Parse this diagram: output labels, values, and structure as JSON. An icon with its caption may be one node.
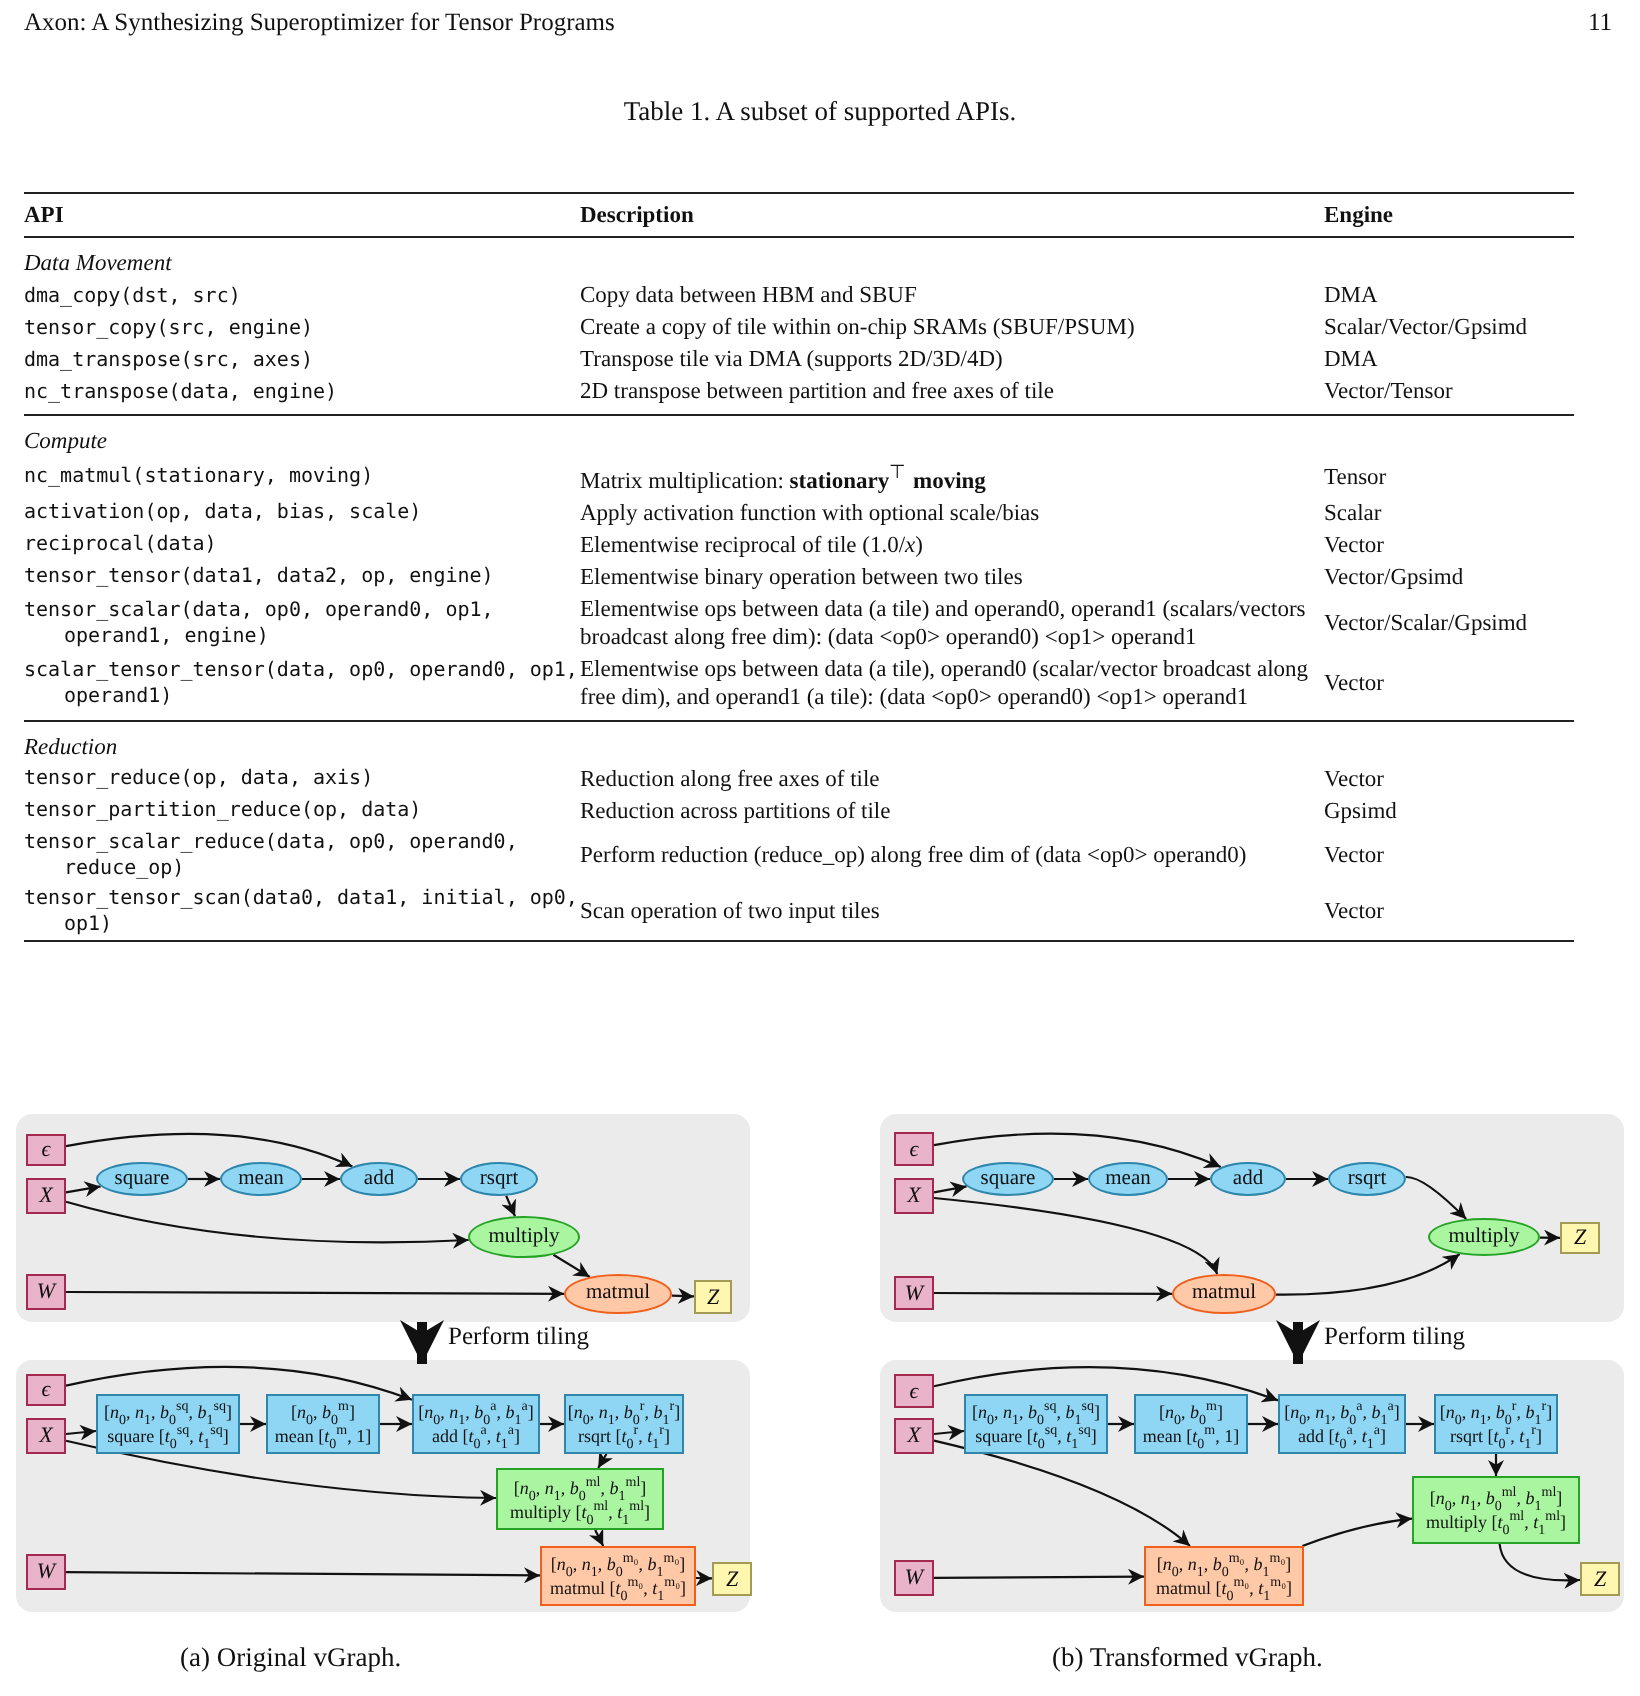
{
  "diagram": {
    "nodes": [
      {
        "text": [],
        "shape": "box"
      },
      {
        "text": [
          "ϵ"
        ],
        "in": 0
      },
      {
        "text": [
          "X"
        ],
        "in": 0
      },
      {
        "text": [
          "W"
        ],
        "in": 0
      },
      {
        "text": [
          "square"
        ],
        "in": 0
      },
      {
        "text": [
          "mean"
        ],
        "in": 0
      },
      {
        "text": [
          "add"
        ],
        "in": 0
      },
      {
        "text": [
          "rsqrt"
        ],
        "in": 0
      },
      {
        "text": [
          "multiply"
        ],
        "in": 0
      },
      {
        "text": [
          "matmul"
        ],
        "in": 0
      },
      {
        "text": [
          "Z"
        ],
        "in": 0
      },
      {
        "text": [],
        "shape": "box"
      },
      {
        "text": [
          "ϵ"
        ],
        "in": 11
      },
      {
        "text": [
          "X"
        ],
        "in": 11
      },
      {
        "text": [
          "W"
        ],
        "in": 11
      },
      {
        "text": [
          "[*n*$_{0}$, *n*$_{1}$, *b*$_{0}$$^{sq}$, *b*$_{1}$$^{sq}$]",
          "square [*t*$_{0}$$^{sq}$, *t*$_{1}$$^{sq}$]"
        ],
        "in": 11
      },
      {
        "text": [
          "[*n*$_{0}$, *b*$_{0}$$^{m}$]",
          "mean [*t*$_{0}$$^{m}$, 1]"
        ],
        "in": 11
      },
      {
        "text": [
          "[*n*$_{0}$, *n*$_{1}$, *b*$_{0}$$^{a}$, *b*$_{1}$$^{a}$]",
          "add [*t*$_{0}$$^{a}$, *t*$_{1}$$^{a}$]"
        ],
        "in": 11
      },
      {
        "text": [
          "[*n*$_{0}$, *n*$_{1}$, *b*$_{0}$$^{r}$, *b*$_{1}$$^{r}$]",
          "rsqrt [*t*$_{0}$$^{r}$, *t*$_{1}$$^{r}$]"
        ],
        "in": 11
      },
      {
        "text": [
          "[*n*$_{0}$, *n*$_{1}$, *b*$_{0}$$^{ml}$, *b*$_{1}$$^{ml}$]",
          "multiply [*t*$_{0}$$^{ml}$, *t*$_{1}$$^{ml}$]"
        ],
        "in": 11
      },
      {
        "text": [
          "[*n*$_{0}$, *n*$_{1}$, *b*$_{0}$$^{m₀}$, *b*$_{1}$$^{m₀}$]",
          "matmul [*t*$_{0}$$^{m₀}$, *t*$_{1}$$^{m₀}$]"
        ],
        "in": 11
      },
      {
        "text": [
          "Z"
        ],
        "in": 11
      },
      {
        "text": [],
        "shape": "box"
      },
      {
        "text": [
          "ϵ"
        ],
        "in": 22
      },
      {
        "text": [
          "X"
        ],
        "in": 22
      },
      {
        "text": [
          "W"
        ],
        "in": 22
      },
      {
        "text": [
          "square"
        ],
        "in": 22
      },
      {
        "text": [
          "mean"
        ],
        "in": 22
      },
      {
        "text": [
          "add"
        ],
        "in": 22
      },
      {
        "text": [
          "rsqrt"
        ],
        "in": 22
      },
      {
        "text": [
          "multiply"
        ],
        "in": 22
      },
      {
        "text": [
          "matmul"
        ],
        "in": 22
      },
      {
        "text": [
          "Z"
        ],
        "in": 22
      },
      {
        "text": [],
        "shape": "box"
      },
      {
        "text": [
          "ϵ"
        ],
        "in": 33
      },
      {
        "text": [
          "X"
        ],
        "in": 33
      },
      {
        "text": [
          "W"
        ],
        "in": 33
      },
      {
        "text": [
          "[*n*$_{0}$, *n*$_{1}$, *b*$_{0}$$^{sq}$, *b*$_{1}$$^{sq}$]",
          "square [*t*$_{0}$$^{sq}$, *t*$_{1}$$^{sq}$]"
        ],
        "in": 33
      },
      {
        "text": [
          "[*n*$_{0}$, *b*$_{0}$$^{m}$]",
          "mean [*t*$_{0}$$^{m}$, 1]"
        ],
        "in": 33
      },
      {
        "text": [
          "[*n*$_{0}$, *n*$_{1}$, *b*$_{0}$$^{a}$, *b*$_{1}$$^{a}$]",
          "add [*t*$_{0}$$^{a}$, *t*$_{1}$$^{a}$]"
        ],
        "in": 33
      },
      {
        "text": [
          "[*n*$_{0}$, *n*$_{1}$, *b*$_{0}$$^{r}$, *b*$_{1}$$^{r}$]",
          "rsqrt [*t*$_{0}$$^{r}$, *t*$_{1}$$^{r}$]"
        ],
        "in": 33
      },
      {
        "text": [
          "[*n*$_{0}$, *n*$_{1}$, *b*$_{0}$$^{ml}$, *b*$_{1}$$^{ml}$]",
          "multiply [*t*$_{0}$$^{ml}$, *t*$_{1}$$^{ml}$]"
        ],
        "in": 33
      },
      {
        "text": [
          "[*n*$_{0}$, *n*$_{1}$, *b*$_{0}$$^{m₀}$, *b*$_{1}$$^{m₀}$]",
          "matmul [*t*$_{0}$$^{m₀}$, *t*$_{1}$$^{m₀}$]"
        ],
        "in": 33
      },
      {
        "text": [
          "Z"
        ],
        "in": 33
      }
    ],
    "edges": [
      {
        "from": 1,
        "to": 6,
        "arrow": "to"
      },
      {
        "from": 2,
        "to": 4,
        "arrow": "to"
      },
      {
        "from": 4,
        "to": 5,
        "arrow": "to"
      },
      {
        "from": 5,
        "to": 6,
        "arrow": "to"
      },
      {
        "from": 6,
        "to": 7,
        "arrow": "to"
      },
      {
        "from": 7,
        "to": 8,
        "arrow": "to"
      },
      {
        "from": 2,
        "to": 8,
        "arrow": "to"
      },
      {
        "from": 8,
        "to": 9,
        "arrow": "to"
      },
      {
        "from": 3,
        "to": 9,
        "arrow": "to"
      },
      {
        "from": 9,
        "to": 10,
        "arrow": "to"
      },
      {
        "from": 12,
        "to": 17,
        "arrow": "to"
      },
      {
        "from": 13,
        "to": 15,
        "arrow": "to"
      },
      {
        "from": 15,
        "to": 16,
        "arrow": "to"
      },
      {
        "from": 16,
        "to": 17,
        "arrow": "to"
      },
      {
        "from": 17,
        "to": 18,
        "arrow": "to"
      },
      {
        "from": 18,
        "to": 19,
        "arrow": "to"
      },
      {
        "from": 13,
        "to": 19,
        "arrow": "to"
      },
      {
        "from": 19,
        "to": 20,
        "arrow": "to"
      },
      {
        "from": 14,
        "to": 20,
        "arrow": "to"
      },
      {
        "from": 20,
        "to": 21,
        "arrow": "to"
      },
      {
        "from": 0,
        "to": 11,
        "arrow": "to",
        "label": "Perform tiling",
        "style": "thick"
      },
      {
        "from": 23,
        "to": 28,
        "arrow": "to"
      },
      {
        "from": 24,
        "to": 26,
        "arrow": "to"
      },
      {
        "from": 26,
        "to": 27,
        "arrow": "to"
      },
      {
        "from": 27,
        "to": 28,
        "arrow": "to"
      },
      {
        "from": 28,
        "to": 29,
        "arrow": "to"
      },
      {
        "from": 29,
        "to": 30,
        "arrow": "to"
      },
      {
        "from": 24,
        "to": 31,
        "arrow": "to"
      },
      {
        "from": 25,
        "to": 31,
        "arrow": "to"
      },
      {
        "from": 31,
        "to": 30,
        "arrow": "to"
      },
      {
        "from": 30,
        "to": 32,
        "arrow": "to"
      },
      {
        "from": 34,
        "to": 39,
        "arrow": "to"
      },
      {
        "from": 35,
        "to": 37,
        "arrow": "to"
      },
      {
        "from": 37,
        "to": 38,
        "arrow": "to"
      },
      {
        "from": 38,
        "to": 39,
        "arrow": "to"
      },
      {
        "from": 39,
        "to": 40,
        "arrow": "to"
      },
      {
        "from": 40,
        "to": 41,
        "arrow": "to"
      },
      {
        "from": 35,
        "to": 42,
        "arrow": "to"
      },
      {
        "from": 36,
        "to": 42,
        "arrow": "to"
      },
      {
        "from": 42,
        "to": 41,
        "arrow": "to"
      },
      {
        "from": 41,
        "to": 43,
        "arrow": "to"
      },
      {
        "from": 22,
        "to": 33,
        "arrow": "to",
        "label": "Perform tiling",
        "style": "thick"
      }
    ],
    "labels": [
      "Axon: A Synthesizing Superoptimizer for Tensor Programs",
      "11",
      "Table 1. A subset of supported APIs.",
      "API",
      "Description",
      "Engine",
      "Data Movement",
      "dma_copy(dst, src)",
      "Copy data between HBM and SBUF",
      "DMA",
      "tensor_copy(src, engine)",
      "Create a copy of tile within on-chip SRAMs (SBUF/PSUM)",
      "Scalar/Vector/Gpsimd",
      "dma_transpose(src, axes)",
      "Transpose tile via DMA (supports 2D/3D/4D)",
      "DMA",
      "nc_transpose(data, engine)",
      "2D transpose between partition and free axes of tile",
      "Vector/Tensor",
      "Compute",
      "nc_matmul(stationary, moving)",
      "Matrix multiplication: **stationary**$^{⊤}$ **moving**",
      "Tensor",
      "activation(op, data, bias, scale)",
      "Apply activation function with optional scale/bias",
      "Scalar",
      "reciprocal(data)",
      "Elementwise reciprocal of tile (1.0/*x*)",
      "Vector",
      "tensor_tensor(data1, data2, op, engine)",
      "Elementwise binary operation between two tiles",
      "Vector/Gpsimd",
      "tensor_scalar(data, op0, operand0, op1, operand1, engine)",
      "Elementwise ops between data (a tile) and operand0, operand1 (scalars/vectors broadcast along free dim): (data <op0> operand0) <op1> operand1",
      "Vector/Scalar/Gpsimd",
      "scalar_tensor_tensor(data, op0, operand0, op1, operand1)",
      "Elementwise ops between data (a tile), operand0 (scalar/vector broadcast along free dim), and operand1 (a tile): (data <op0> operand0) <op1> operand1",
      "Vector",
      "Reduction",
      "tensor_reduce(op, data, axis)",
      "Reduction along free axes of tile",
      "Vector",
      "tensor_partition_reduce(op, data)",
      "Reduction across partitions of tile",
      "Gpsimd",
      "tensor_scalar_reduce(data, op0, operand0, reduce_op)",
      "Perform reduction (reduce_op) along free dim of (data <op0> operand0)",
      "Vector",
      "tensor_tensor_scan(data0, data1, initial, op0, op1)",
      "Scan operation of two input tiles",
      "Vector",
      "(a) Original vGraph.",
      "(b) Transformed vGraph."
    ]
  }
}
